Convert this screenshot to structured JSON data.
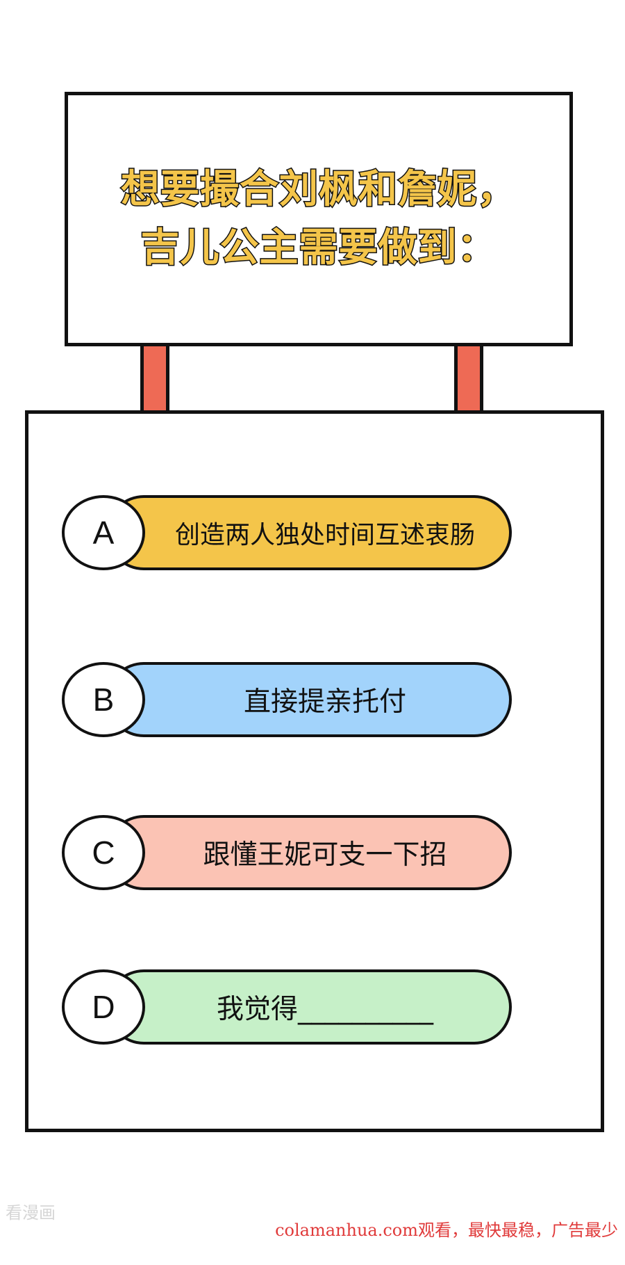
{
  "question": {
    "line1": "想要撮合刘枫和詹妮，",
    "line2": "吉儿公主需要做到："
  },
  "options": [
    {
      "letter": "A",
      "text": "创造两人独处时间互述衷肠",
      "color": "#f4c54a"
    },
    {
      "letter": "B",
      "text": "直接提亲托付",
      "color": "#a2d3fb"
    },
    {
      "letter": "C",
      "text": "跟懂王妮可支一下招",
      "color": "#fbc3b4"
    },
    {
      "letter": "D",
      "text": "我觉得__________",
      "color": "#c6f0c8"
    }
  ],
  "watermark": "看漫画",
  "footer": "colamanhua.com观看，最快最稳，广告最少",
  "colors": {
    "title_fill": "#f4c54a",
    "post": "#ee6a55",
    "outline": "#111111",
    "footer": "#e03a3a"
  }
}
